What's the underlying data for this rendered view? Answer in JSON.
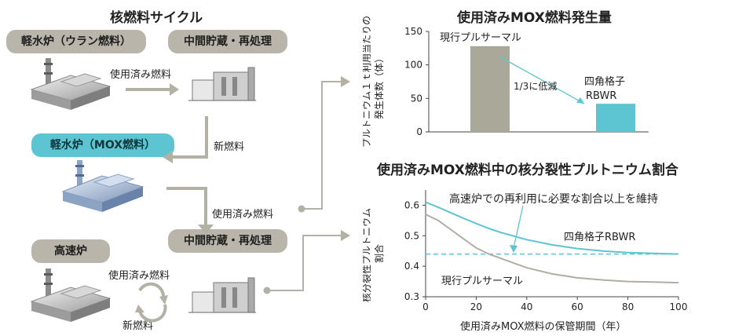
{
  "left": {
    "title": "核燃料サイクル",
    "lwr_uranium": "軽水炉（ウラン燃料）",
    "interim_top": "中間貯蔵・再処理",
    "spent_fuel_1": "使用済み燃料",
    "new_fuel_1": "新燃料",
    "lwr_mox": "軽水炉（MOX燃料）",
    "spent_fuel_2": "使用済み燃料",
    "fast_reactor": "高速炉",
    "interim_bottom": "中間貯蔵・再処理",
    "spent_fuel_3": "使用済み燃料",
    "new_fuel_2": "新燃料"
  },
  "bar_chart": {
    "title": "使用済みMOX燃料発生量",
    "ylabel_line1": "プルトニウム１ｔ利用当たりの",
    "ylabel_line2": "発生体数（体）",
    "annotation": "1/3に低減",
    "label_conv": "現行プルサーマル",
    "label_rbwr_1": "四角格子",
    "label_rbwr_2": "RBWR"
  },
  "line_chart": {
    "title": "使用済みMOX燃料中の核分裂性プルトニウム割合",
    "ylabel_line1": "核分裂性プルトニウム",
    "ylabel_line2": "割合",
    "xlabel": "使用済みMOX燃料の保管期間（年）",
    "annotation": "高速炉での再利用に必要な割合以上を維持",
    "label_rbwr": "四角格子RBWR",
    "label_conv": "現行プルサーマル"
  },
  "colors": {
    "grey_bar": "#aaa898",
    "cyan": "#5cc5d1",
    "conv_line": "#b0ada2",
    "arrow": "#b3b0a4"
  },
  "chart_data": [
    {
      "type": "bar",
      "title": "使用済みMOX燃料発生量",
      "ylabel": "プルトニウム１ｔ利用当たりの発生体数（体）",
      "categories": [
        "現行プルサーマル",
        "四角格子 RBWR"
      ],
      "values": [
        128,
        42
      ],
      "ylim": [
        0,
        150
      ],
      "yticks": [
        0,
        50,
        100,
        150
      ],
      "annotation": "1/3に低減"
    },
    {
      "type": "line",
      "title": "使用済みMOX燃料中の核分裂性プルトニウム割合",
      "xlabel": "使用済みMOX燃料の保管期間（年）",
      "ylabel": "核分裂性プルトニウム割合",
      "xlim": [
        0,
        100
      ],
      "ylim": [
        0.3,
        0.65
      ],
      "xticks": [
        0,
        20,
        40,
        60,
        80,
        100
      ],
      "yticks": [
        0.3,
        0.4,
        0.5,
        0.6
      ],
      "threshold": 0.44,
      "annotation": "高速炉での再利用に必要な割合以上を維持",
      "series": [
        {
          "name": "四角格子RBWR",
          "x": [
            0,
            5,
            10,
            15,
            20,
            25,
            30,
            40,
            50,
            60,
            70,
            80,
            90,
            100
          ],
          "y": [
            0.61,
            0.593,
            0.575,
            0.557,
            0.54,
            0.524,
            0.51,
            0.487,
            0.47,
            0.458,
            0.45,
            0.445,
            0.442,
            0.44
          ]
        },
        {
          "name": "現行プルサーマル",
          "x": [
            0,
            5,
            10,
            15,
            20,
            25,
            30,
            40,
            50,
            60,
            70,
            80,
            90,
            100
          ],
          "y": [
            0.57,
            0.55,
            0.52,
            0.49,
            0.46,
            0.44,
            0.425,
            0.395,
            0.375,
            0.362,
            0.355,
            0.35,
            0.348,
            0.346
          ]
        }
      ]
    }
  ]
}
